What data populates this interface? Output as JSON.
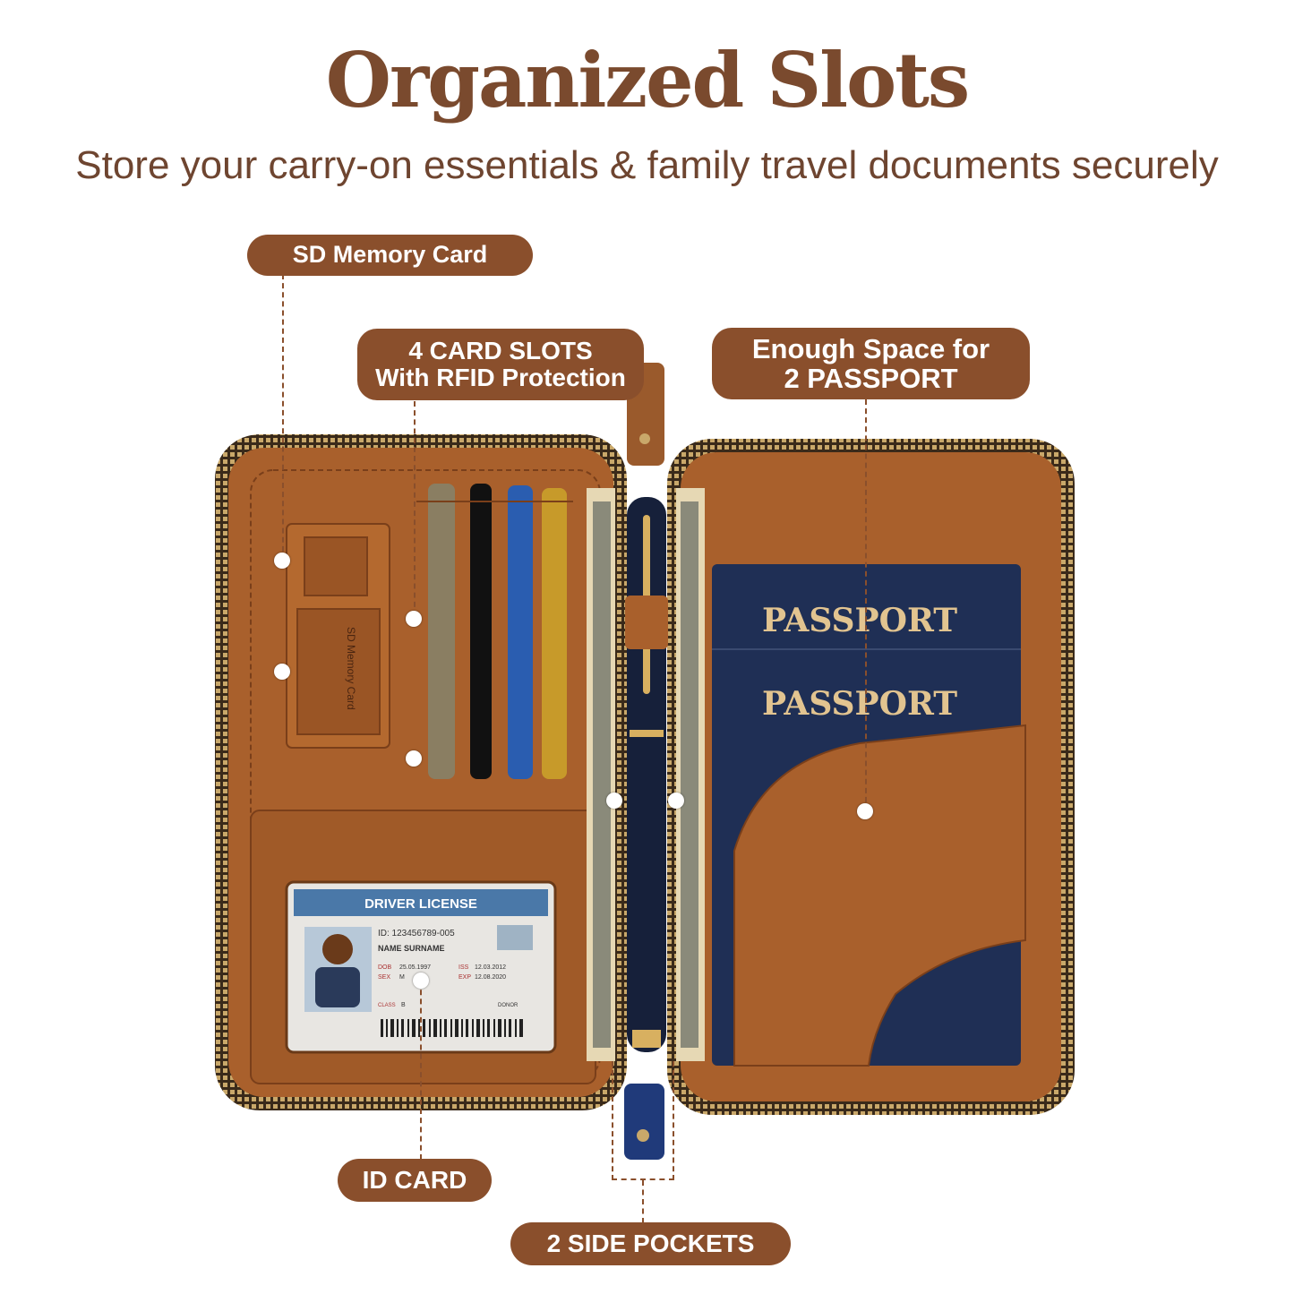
{
  "header": {
    "title": "Organized Slots",
    "subtitle": "Store your carry-on essentials & family travel documents securely"
  },
  "callouts": {
    "sd_card": "SD Memory Card",
    "card_slots_line1": "4 CARD SLOTS",
    "card_slots_line2": "With RFID Protection",
    "passport_line1": "Enough Space for",
    "passport_line2": "2 PASSPORT",
    "id_card": "ID CARD",
    "side_pockets": "2 SIDE POCKETS"
  },
  "wallet": {
    "sd_pocket_label": "SD Memory Card",
    "passport_1": "PASSPORT",
    "passport_2": "PASSPORT",
    "license": {
      "heading": "DRIVER LICENSE",
      "id": "ID: 123456789-005",
      "name": "NAME SURNAME",
      "dob_label": "DOB",
      "dob": "25.05.1997",
      "sex_label": "SEX",
      "sex": "M",
      "iss_label": "ISS",
      "iss": "12.03.2012",
      "exp_label": "EXP",
      "exp": "12.08.2020",
      "class_label": "CLASS",
      "class": "B",
      "donor": "DONOR"
    }
  },
  "colors": {
    "brand_brown": "#8a4f2c",
    "leather": "#a9602c",
    "passport_navy": "#1f2f55",
    "gold": "#e2c490"
  }
}
